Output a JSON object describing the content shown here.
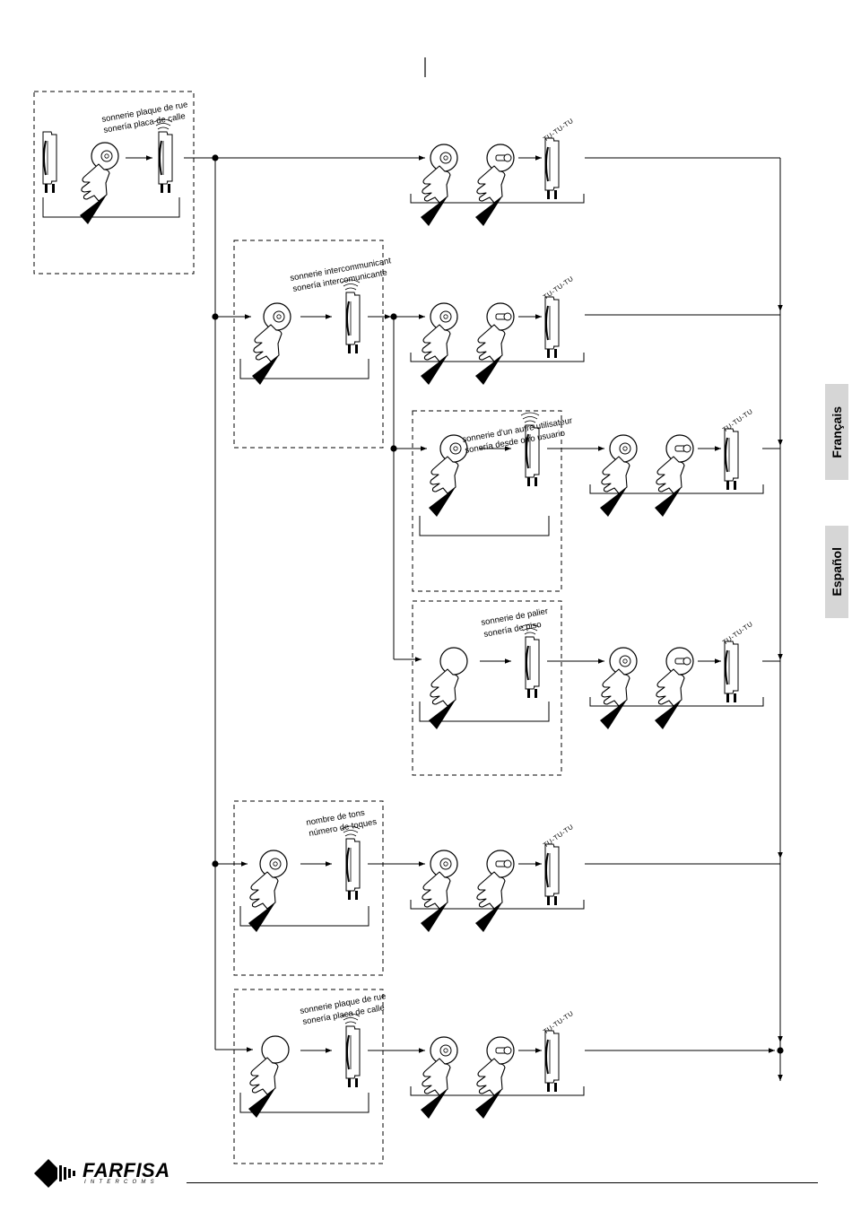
{
  "labels": {
    "l1a": "sonnerie plaque de rue",
    "l1b": "sonería placa de calle",
    "l2a": "sonnerie intercommunicant",
    "l2b": "sonería intercomunicante",
    "l3a": "sonnerie d'un autre utilisateur",
    "l3b": "sonería desde otro usuario",
    "l4a": "sonnerie de palier",
    "l4b": "sonería de piso",
    "l5a": "nombre de tons",
    "l5b": "número de toques",
    "l6a": "sonnerie plaque de rue",
    "l6b": "sonería placa de calle"
  },
  "tone": "TU-TU-TU",
  "tabs": {
    "fr": "Français",
    "es": "Español"
  },
  "logo": {
    "brand": "FARFISA",
    "sub": "INTERCOMS"
  }
}
